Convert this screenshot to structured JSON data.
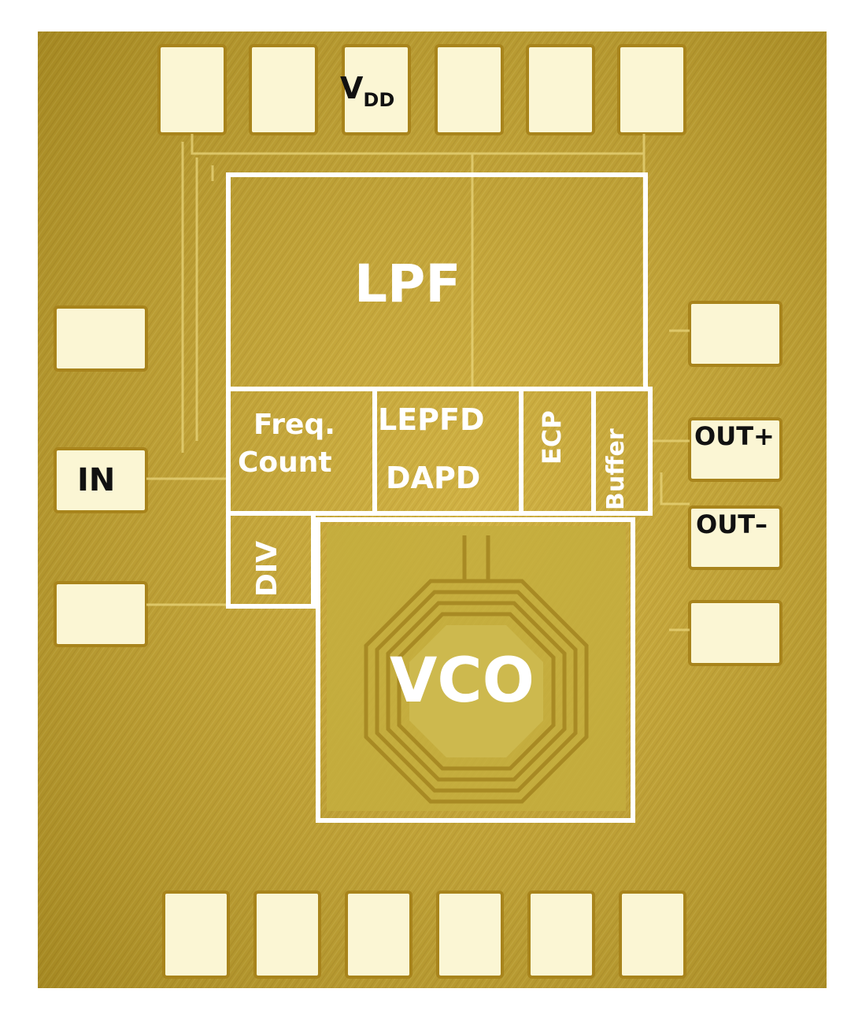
{
  "labels": {
    "vdd_main": "V",
    "vdd_sub": "DD",
    "in": "IN",
    "out_plus": "OUT+",
    "out_minus": "OUT–",
    "lpf": "LPF",
    "freq_line1": "Freq.",
    "freq_line2": "Count",
    "lepfd_line1": "LEPFD",
    "lepfd_line2": "DAPD",
    "ecp": "ECP",
    "buffer": "Buffer",
    "div": "DIV",
    "vco": "VCO"
  },
  "colors": {
    "substrate": "#c9a62a",
    "substrate_dark": "#b18e1c",
    "pad": "#fbf6d4",
    "block_outline": "#ffffff",
    "vco_core": "#c8b44a",
    "pin_text": "#111111"
  }
}
